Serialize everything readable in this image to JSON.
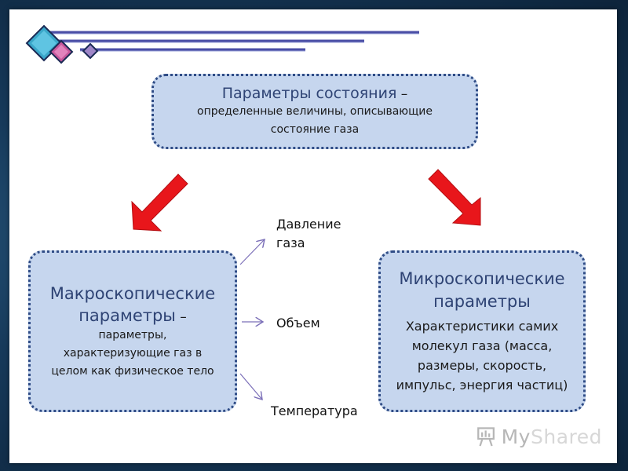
{
  "top_box": {
    "heading": "Параметры состояния",
    "dash": " –",
    "body": "определенные величины, описывающие состояние газа"
  },
  "left_box": {
    "heading": "Макроскопические параметры",
    "dash": " –",
    "body": "параметры, характеризующие газ в целом как физическое тело"
  },
  "right_box": {
    "heading": "Микроскопические параметры",
    "body": "Характеристики самих молекул газа (масса, размеры, скорость, импульс, энергия частиц)"
  },
  "labels": {
    "pressure": "Давление газа",
    "volume": "Объем",
    "temperature": "Температура"
  },
  "logo": {
    "text_a": "My",
    "text_b": "Shared"
  },
  "colors": {
    "box_fill": "#c6d6ee",
    "box_border": "#2f4c86",
    "arrow": "#e8161b",
    "connector": "#7b6fb8"
  }
}
